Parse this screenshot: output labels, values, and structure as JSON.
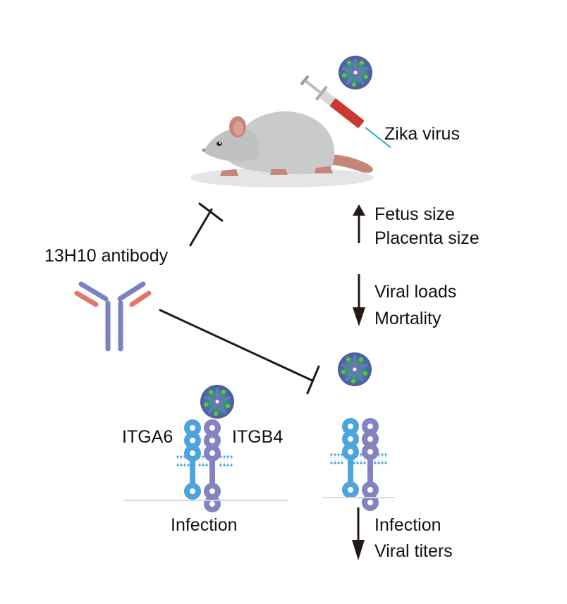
{
  "figure": {
    "title": "13H10 antibody inhibits Zika virus infection via ITGA6/ITGB4",
    "labels": {
      "zika_virus": "Zika virus",
      "antibody": "13H10 antibody",
      "itga6": "ITGA6",
      "itgb4": "ITGB4",
      "infection_left": "Infection"
    },
    "in_vivo_effects": {
      "increased": [
        "Fetus size",
        "Placenta size"
      ],
      "decreased": [
        "Viral loads",
        "Mortality"
      ]
    },
    "in_vitro_effects": {
      "decreased": [
        "Infection",
        "Viral titers"
      ]
    },
    "colors": {
      "itga6": "#4da3dc",
      "itgb4": "#8482c0",
      "antibody_heavy": "#7a80c4",
      "antibody_light": "#e5746a",
      "mouse_body": "#c9caca",
      "mouse_pink": "#c58577",
      "syringe_red": "#c93a30",
      "arrow": "#231815"
    }
  }
}
